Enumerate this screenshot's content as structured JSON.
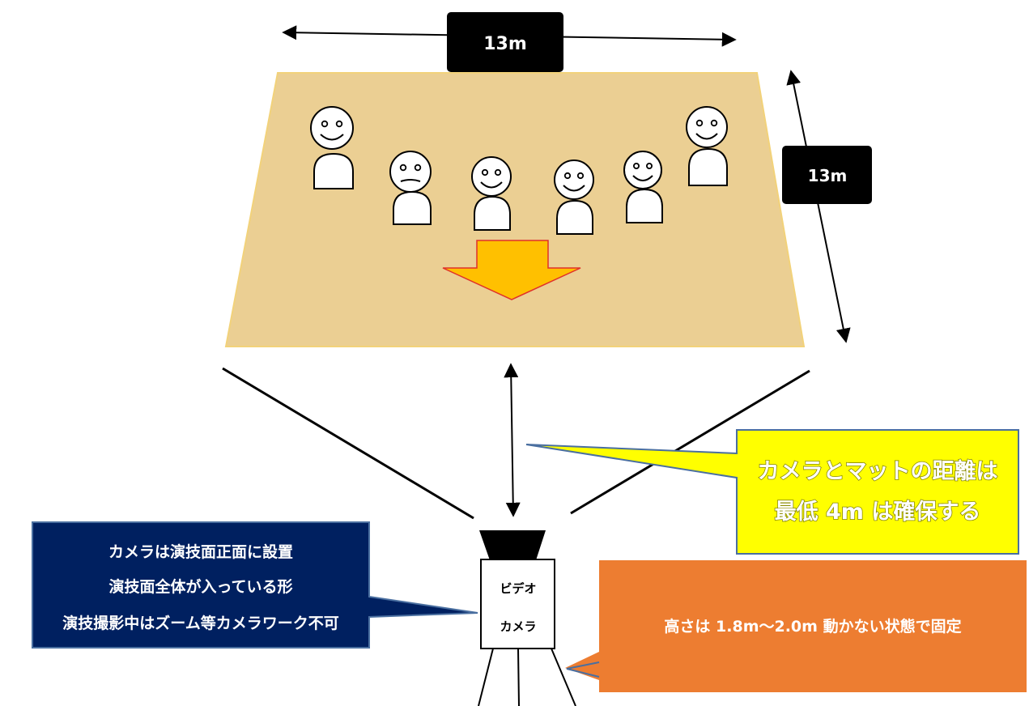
{
  "width_label": "13m",
  "depth_label": "13m",
  "camera": {
    "line1": "ビデオ",
    "line2": "カメラ"
  },
  "distance_callout": {
    "line1": "カメラとマットの距離は",
    "line2": "最低 4m は確保する"
  },
  "placement_callout": {
    "line1": "カメラは演技面正面に設置",
    "line2": "演技面全体が入っている形",
    "line3": "演技撮影中はズーム等カメラワーク不可"
  },
  "height_callout": {
    "text": "高さは 1.8m～2.0m  動かない状態で固定"
  },
  "colors": {
    "mat": "#EBCF93",
    "mat_border": "#F2D27A",
    "arrow_fill": "#FFC000",
    "arrow_border": "#E0302A",
    "yellow_callout": "#FFFF00",
    "blue_callout": "#002060",
    "orange_callout": "#ED7D31",
    "label_box": "#000000"
  },
  "people": [
    {
      "face": "smile"
    },
    {
      "face": "neutral"
    },
    {
      "face": "smile"
    },
    {
      "face": "smile"
    },
    {
      "face": "smile"
    },
    {
      "face": "smile"
    }
  ]
}
